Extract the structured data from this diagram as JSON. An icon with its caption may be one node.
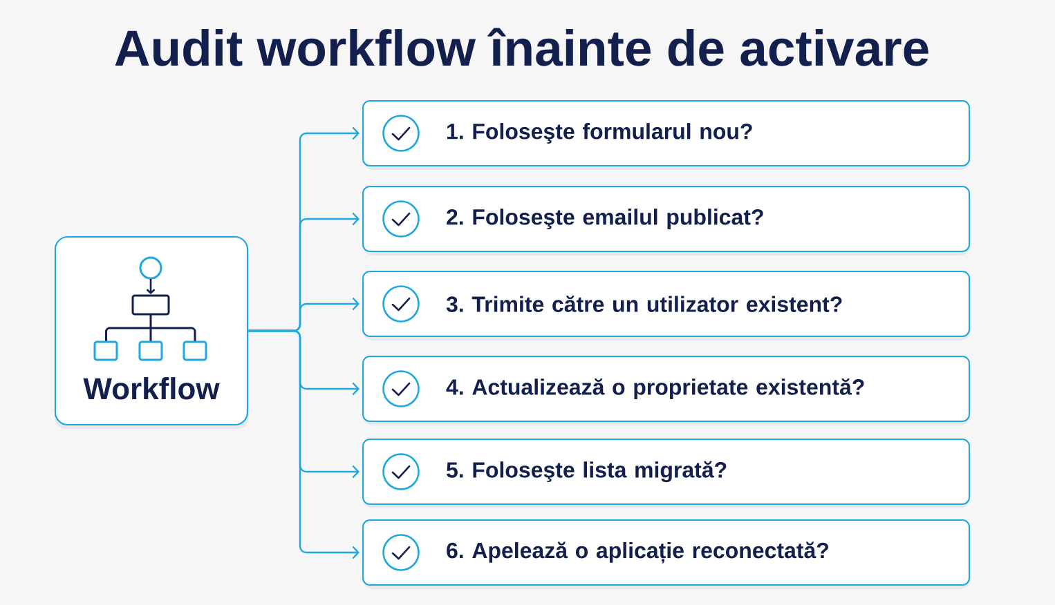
{
  "diagram": {
    "title": "Audit workflow înainte de activare",
    "nodes": [
      {
        "text": [
          "Workflow"
        ]
      },
      {
        "text": [
          "1. Foloseşte formularul nou?"
        ]
      },
      {
        "text": [
          "2. Foloseşte emailul publicat?"
        ]
      },
      {
        "text": [
          "3. Trimite către un utilizator existent?"
        ]
      },
      {
        "text": [
          "4. Actualizează o proprietate existentă?"
        ]
      },
      {
        "text": [
          "5. Foloseşte lista migrată?"
        ]
      },
      {
        "text": [
          "6. Apelează o aplicație reconectată?"
        ]
      }
    ],
    "edges": [
      {
        "from": 0,
        "to": 1,
        "arrow": "to"
      },
      {
        "from": 0,
        "to": 2,
        "arrow": "to"
      },
      {
        "from": 0,
        "to": 3,
        "arrow": "to"
      },
      {
        "from": 0,
        "to": 4,
        "arrow": "to"
      },
      {
        "from": 0,
        "to": 5,
        "arrow": "to"
      },
      {
        "from": 0,
        "to": 6,
        "arrow": "to"
      }
    ]
  }
}
